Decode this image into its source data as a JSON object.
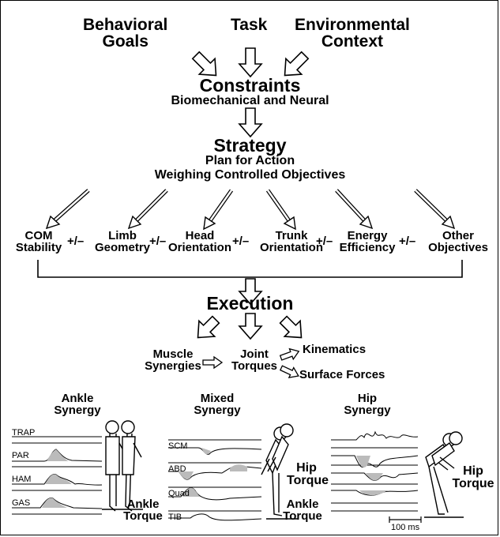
{
  "inputs": {
    "behavioral_goals": [
      "Behavioral",
      "Goals"
    ],
    "task": "Task",
    "environmental_context": [
      "Environmental",
      "Context"
    ]
  },
  "constraints": {
    "title": "Constraints",
    "subtitle": "Biomechanical and Neural"
  },
  "strategy": {
    "title": "Strategy",
    "line1": "Plan for Action",
    "line2": "Weighing Controlled Objectives"
  },
  "objectives": [
    [
      "COM",
      "Stability"
    ],
    [
      "Limb",
      "Geometry"
    ],
    [
      "Head",
      "Orientation"
    ],
    [
      "Trunk",
      "Orientation"
    ],
    [
      "Energy",
      "Efficiency"
    ],
    [
      "Other",
      "Objectives"
    ]
  ],
  "plus_minus": "+/–",
  "execution": {
    "title": "Execution",
    "muscle_synergies": [
      "Muscle",
      "Synergies"
    ],
    "joint_torques": [
      "Joint",
      "Torques"
    ],
    "kinematics": "Kinematics",
    "surface_forces": "Surface Forces"
  },
  "panels": {
    "ankle": {
      "title": [
        "Ankle",
        "Synergy"
      ],
      "muscles": [
        "TRAP",
        "PAR",
        "HAM",
        "GAS"
      ],
      "torque": [
        "Ankle",
        "Torque"
      ]
    },
    "mixed": {
      "title": [
        "Mixed",
        "Synergy"
      ],
      "muscles": [
        "SCM",
        "ABD",
        "Quad",
        "TIB"
      ],
      "hip_torque": [
        "Hip",
        "Torque"
      ],
      "ankle_torque": [
        "Ankle",
        "Torque"
      ]
    },
    "hip": {
      "title": [
        "Hip",
        "Synergy"
      ],
      "torque": [
        "Hip",
        "Torque"
      ],
      "scale": "100 ms"
    }
  }
}
